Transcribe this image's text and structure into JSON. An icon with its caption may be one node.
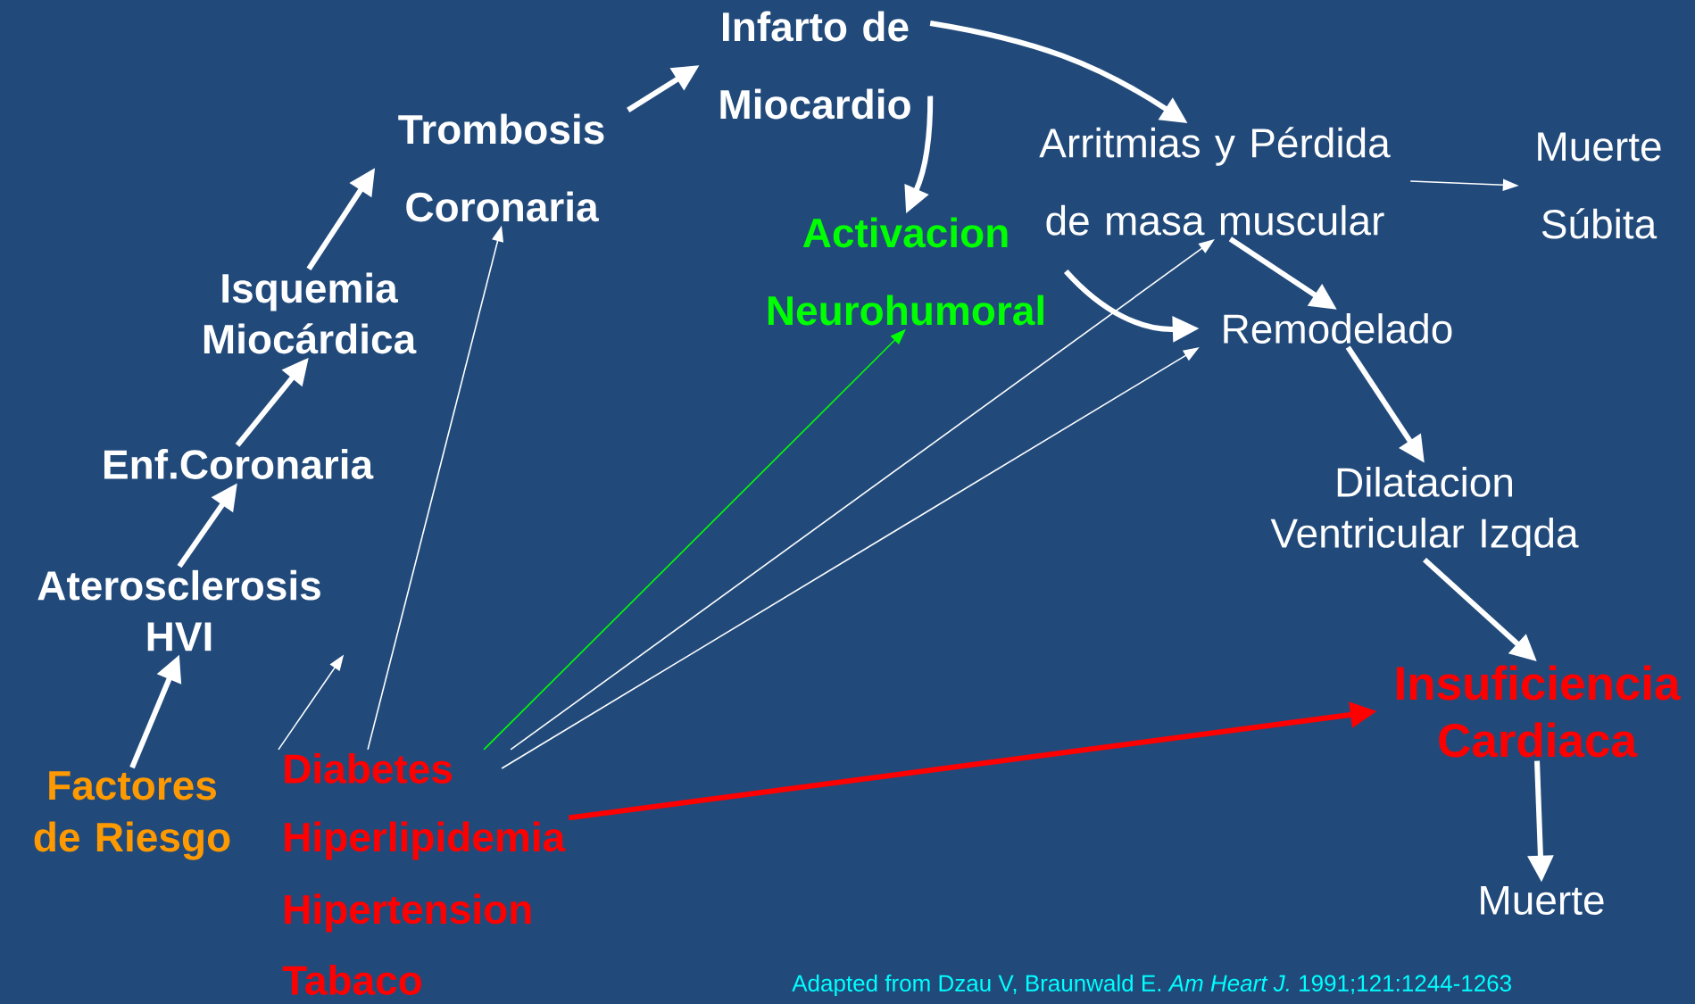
{
  "diagram": {
    "caption": "Adapted from Dzau V, Braunwald E. *Am Heart J.* 1991;121:1244-1263",
    "nodes": [
      {
        "text": [
          "Factores de Riesgo"
        ]
      },
      {
        "text": [
          "Aterosclerosis HVI"
        ]
      },
      {
        "text": [
          "Enf.Coronaria"
        ]
      },
      {
        "text": [
          "Isquemia Miocárdica"
        ]
      },
      {
        "text": [
          "Trombosis Coronaria"
        ]
      },
      {
        "text": [
          "Infarto de Miocardio"
        ]
      },
      {
        "text": [
          "Activacion Neurohumoral"
        ]
      },
      {
        "text": [
          "Arritmias y Pérdida de masa muscular"
        ]
      },
      {
        "text": [
          "Muerte Súbita"
        ]
      },
      {
        "text": [
          "Remodelado"
        ]
      },
      {
        "text": [
          "Dilatacion Ventricular Izqda"
        ]
      },
      {
        "text": [
          "Insuficiencia Cardiaca"
        ]
      },
      {
        "text": [
          "Muerte"
        ]
      },
      {
        "text": [
          "Diabetes"
        ]
      },
      {
        "text": [
          "Hiperlipidemia"
        ]
      },
      {
        "text": [
          "Hipertension"
        ]
      },
      {
        "text": [
          "Tabaco"
        ]
      }
    ],
    "edges": [
      {
        "from": 0,
        "to": 1,
        "arrow": "to"
      },
      {
        "from": 1,
        "to": 2,
        "arrow": "to"
      },
      {
        "from": 2,
        "to": 3,
        "arrow": "to"
      },
      {
        "from": 3,
        "to": 4,
        "arrow": "to"
      },
      {
        "from": 4,
        "to": 5,
        "arrow": "to"
      },
      {
        "from": 5,
        "to": 7,
        "arrow": "to"
      },
      {
        "from": 5,
        "to": 6,
        "arrow": "to"
      },
      {
        "from": 6,
        "to": 9,
        "arrow": "to"
      },
      {
        "from": 7,
        "to": 8,
        "arrow": "to"
      },
      {
        "from": 7,
        "to": 9,
        "arrow": "to"
      },
      {
        "from": 9,
        "to": 10,
        "arrow": "to"
      },
      {
        "from": 10,
        "to": 11,
        "arrow": "to"
      },
      {
        "from": 11,
        "to": 12,
        "arrow": "to"
      },
      {
        "from": 13,
        "to": 1,
        "arrow": "to"
      },
      {
        "from": 13,
        "to": 4,
        "arrow": "to"
      },
      {
        "from": 13,
        "to": 6,
        "arrow": "to",
        "color": "#00ff00"
      },
      {
        "from": 13,
        "to": 7,
        "arrow": "to"
      },
      {
        "from": 13,
        "to": 9,
        "arrow": "to"
      },
      {
        "from": 14,
        "to": 11,
        "arrow": "to",
        "color": "#ff0000"
      }
    ]
  }
}
